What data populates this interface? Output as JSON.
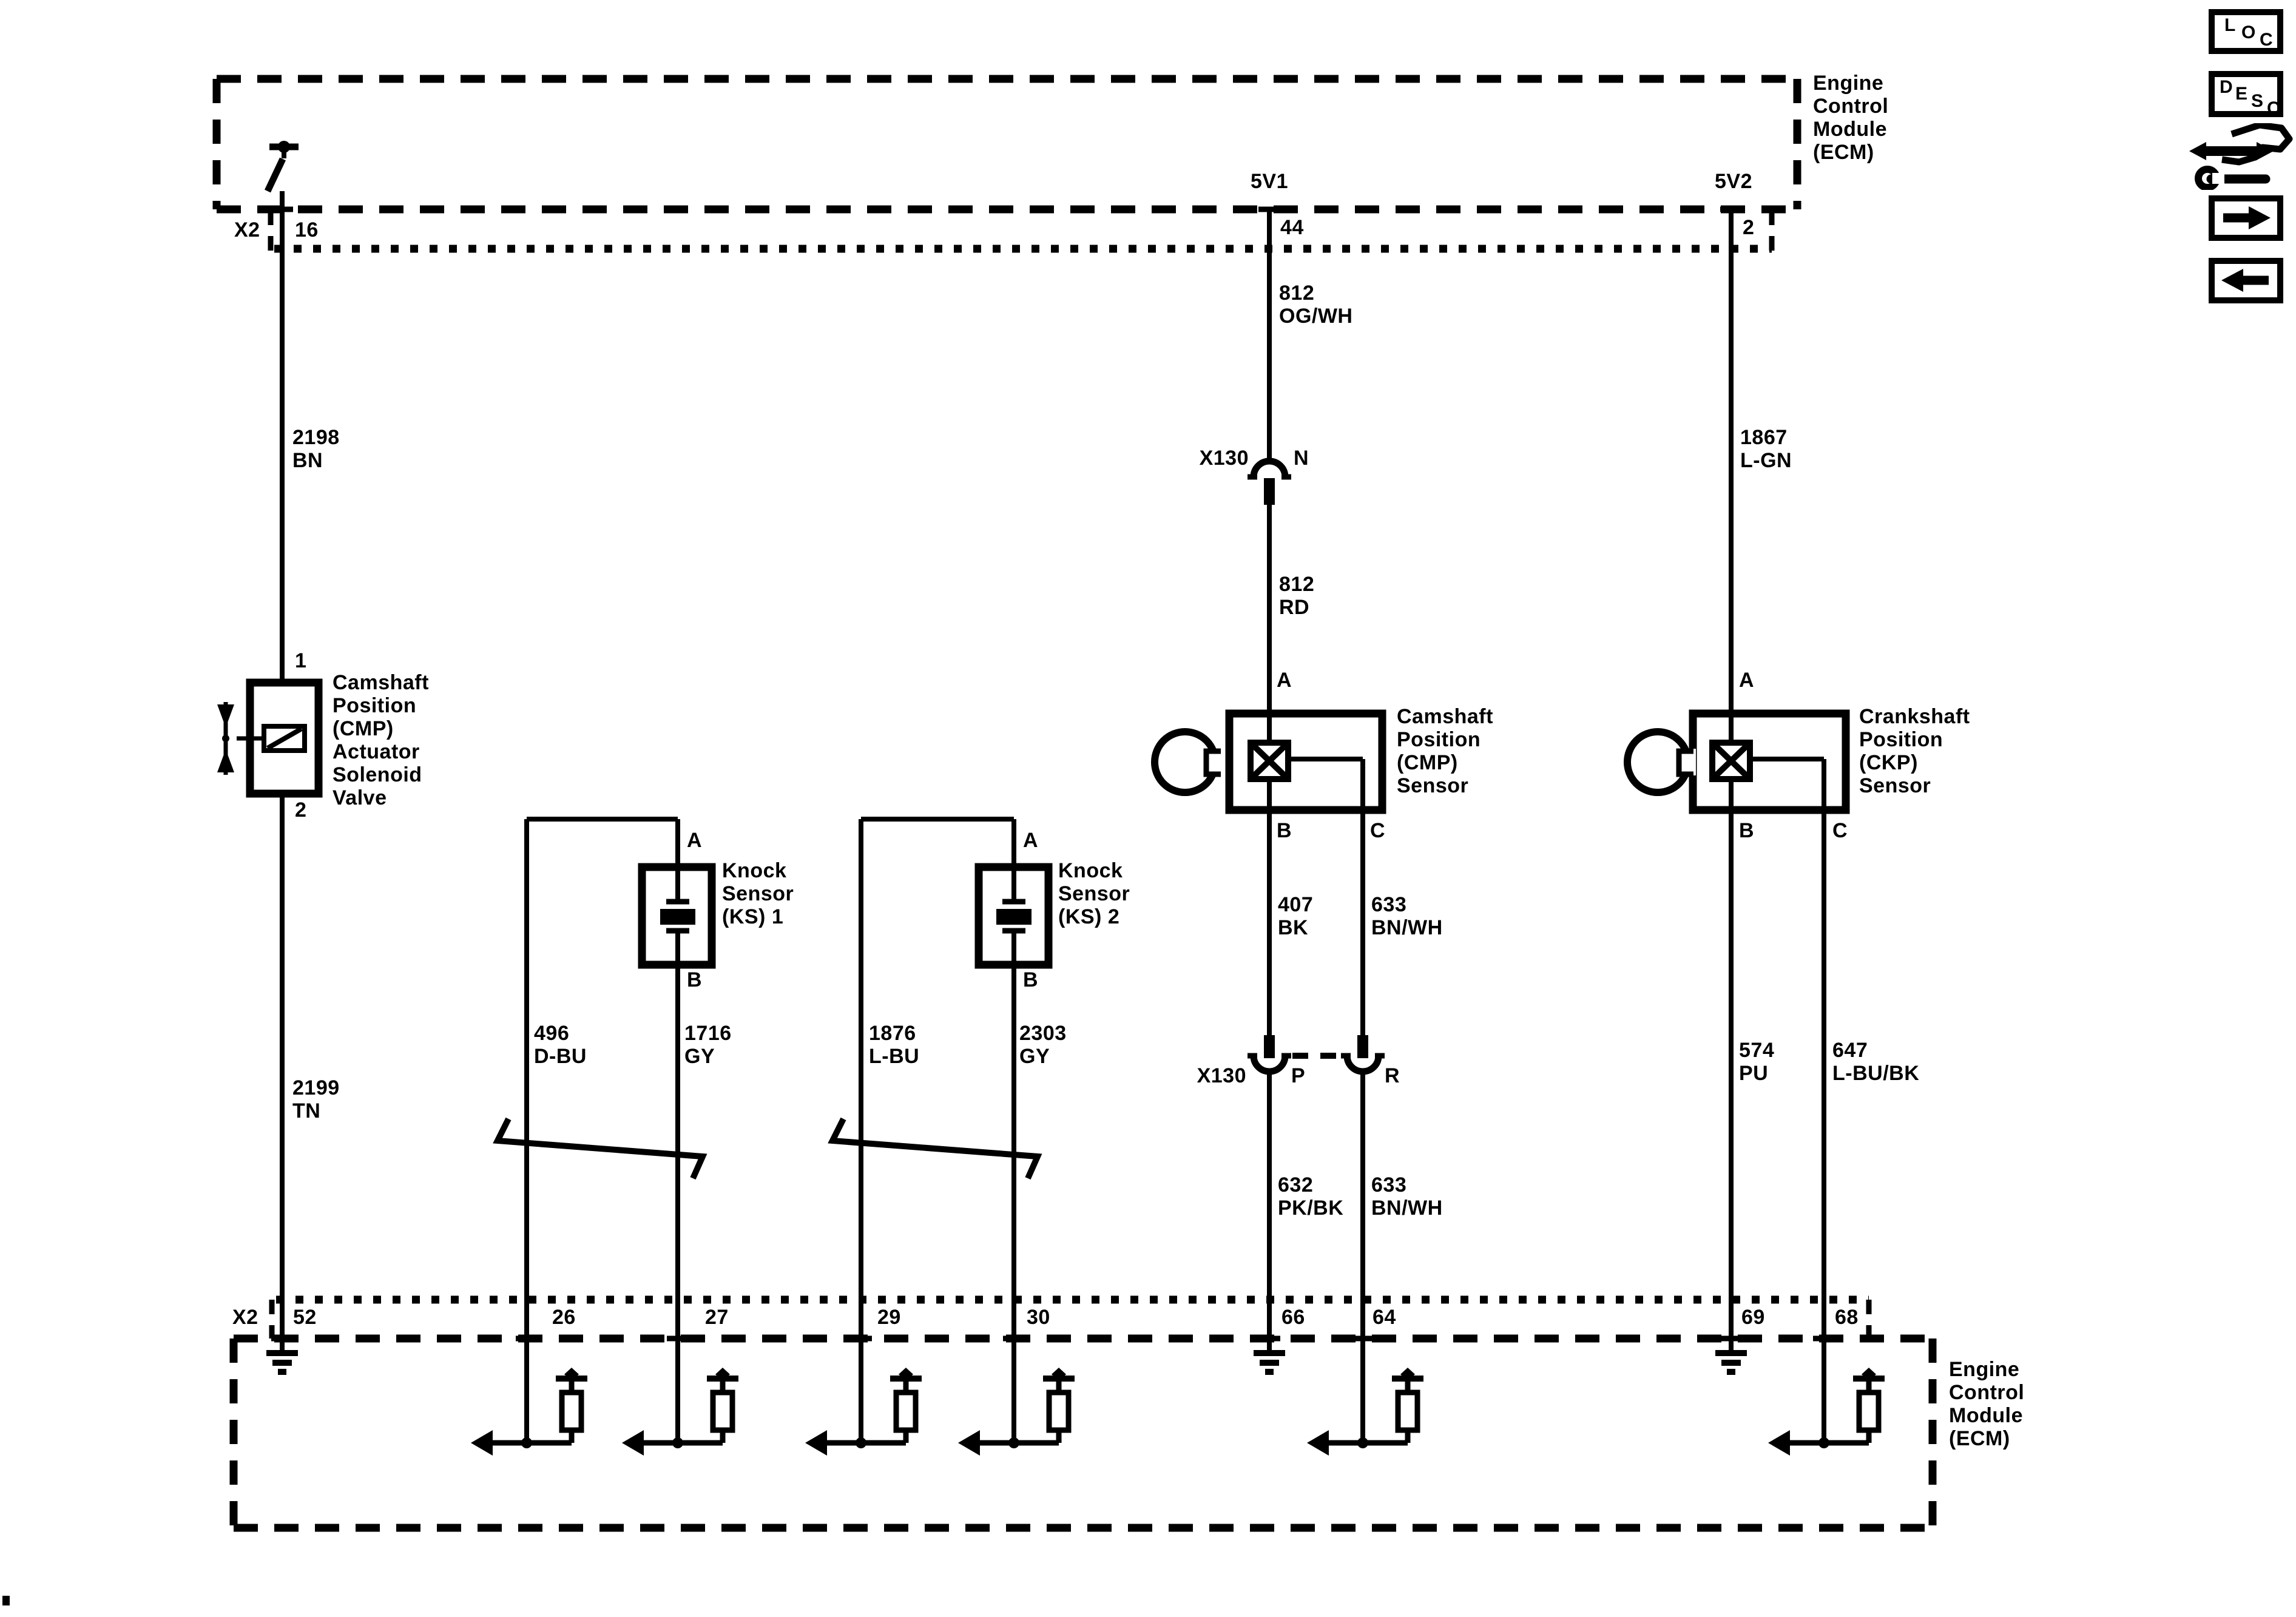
{
  "ecm": {
    "top_label": "Engine\nControl\nModule\n(ECM)",
    "bottom_label": "Engine\nControl\nModule\n(ECM)"
  },
  "connectors": {
    "x2_top": {
      "name": "X2",
      "pin": "16"
    },
    "ecm_5v1": {
      "name": "5V1",
      "pin": "44"
    },
    "ecm_5v2": {
      "name": "5V2",
      "pin": "2"
    },
    "x130_n": {
      "name": "X130",
      "pin": "N"
    },
    "x130_pr": {
      "name": "X130",
      "pin_p": "P",
      "pin_r": "R"
    },
    "x2_bottom": {
      "name": "X2",
      "pin": "52"
    },
    "ecm_bottom_pins": {
      "p26": "26",
      "p27": "27",
      "p29": "29",
      "p30": "30",
      "p66": "66",
      "p64": "64",
      "p69": "69",
      "p68": "68"
    }
  },
  "components": {
    "cmp_valve": {
      "label": "Camshaft\nPosition\n(CMP)\nActuator\nSolenoid\nValve",
      "pin1": "1",
      "pin2": "2"
    },
    "ks1": {
      "label": "Knock\nSensor\n(KS) 1",
      "pin_a": "A",
      "pin_b": "B"
    },
    "ks2": {
      "label": "Knock\nSensor\n(KS) 2",
      "pin_a": "A",
      "pin_b": "B"
    },
    "cmp_sensor": {
      "label": "Camshaft\nPosition\n(CMP)\nSensor",
      "pin_a": "A",
      "pin_b": "B",
      "pin_c": "C"
    },
    "ckp_sensor": {
      "label": "Crankshaft\nPosition\n(CKP)\nSensor",
      "pin_a": "A",
      "pin_b": "B",
      "pin_c": "C"
    }
  },
  "wires": {
    "c2198": "2198\nBN",
    "c2199": "2199\nTN",
    "c812_ogwh": "812\nOG/WH",
    "c812_rd": "812\nRD",
    "c1867": "1867\nL-GN",
    "c496": "496\nD-BU",
    "c1716": "1716\nGY",
    "c1876": "1876\nL-BU",
    "c2303": "2303\nGY",
    "c407": "407\nBK",
    "c633_upper": "633\nBN/WH",
    "c632": "632\nPK/BK",
    "c633_lower": "633\nBN/WH",
    "c574": "574\nPU",
    "c647": "647\nL-BU/BK"
  },
  "sidebar": {
    "loc": {
      "l1": "L",
      "l2": "O",
      "l3": "C"
    },
    "desc": {
      "d1": "D",
      "d2": "E",
      "d3": "S",
      "d4": "C"
    }
  },
  "page": {
    "corner_mark": ""
  },
  "colors": {
    "ink": "#000000",
    "paper": "#ffffff"
  }
}
